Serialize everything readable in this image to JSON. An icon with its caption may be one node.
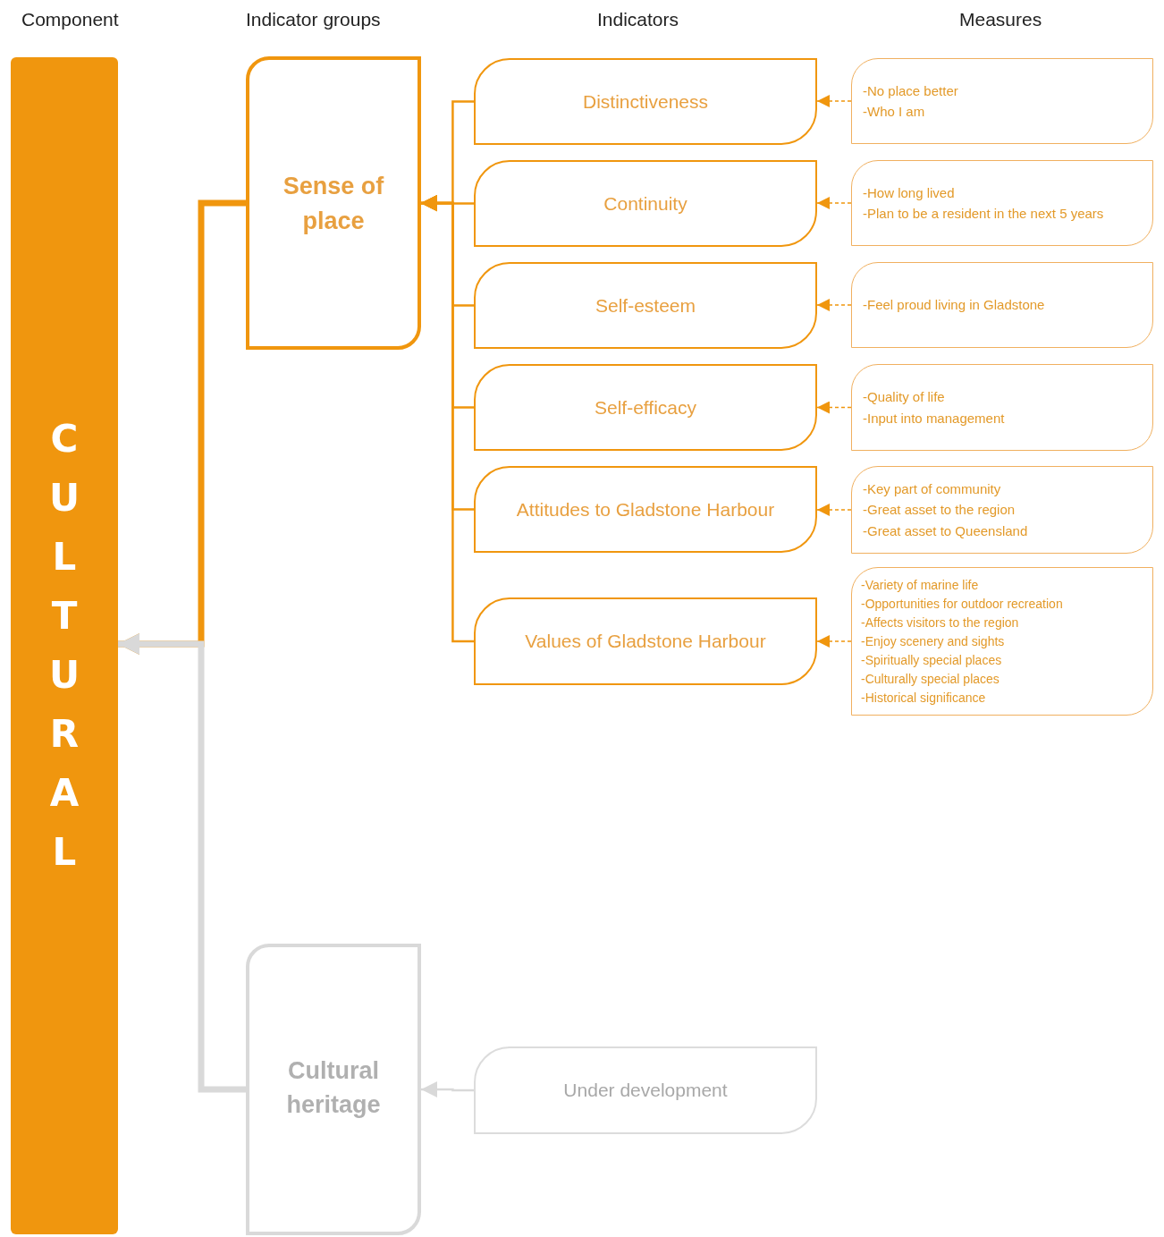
{
  "diagram": {
    "nodes": [
      {
        "text": [
          "CULTURAL"
        ]
      },
      {
        "text": [
          "Sense of place"
        ]
      },
      {
        "text": [
          "Cultural heritage"
        ]
      },
      {
        "text": [
          "Distinctiveness"
        ]
      },
      {
        "text": [
          "Continuity"
        ]
      },
      {
        "text": [
          "Self-esteem"
        ]
      },
      {
        "text": [
          "Self-efficacy"
        ]
      },
      {
        "text": [
          "Attitudes to Gladstone Harbour"
        ]
      },
      {
        "text": [
          "Values of Gladstone Harbour"
        ]
      },
      {
        "text": [
          "Under development"
        ]
      },
      {
        "text": [
          "-No place better",
          "-Who I am"
        ]
      },
      {
        "text": [
          "-How long lived",
          "-Plan to be a resident in the next 5 years"
        ]
      },
      {
        "text": [
          "-Feel proud living in Gladstone"
        ]
      },
      {
        "text": [
          "-Quality of life",
          "-Input into management"
        ]
      },
      {
        "text": [
          "-Key part of community",
          "-Great asset to the region",
          "-Great asset to Queensland"
        ]
      },
      {
        "text": [
          "-Variety of marine life",
          "-Opportunities for outdoor recreation",
          "-Affects visitors to the region",
          "-Enjoy scenery and sights",
          "-Spiritually special places",
          "-Culturally special places",
          "-Historical significance"
        ]
      }
    ],
    "edges": [
      {
        "from": 3,
        "to": 1,
        "arrow": "to"
      },
      {
        "from": 4,
        "to": 1,
        "arrow": "to"
      },
      {
        "from": 5,
        "to": 1,
        "arrow": "to"
      },
      {
        "from": 6,
        "to": 1,
        "arrow": "to"
      },
      {
        "from": 7,
        "to": 1,
        "arrow": "to"
      },
      {
        "from": 8,
        "to": 1,
        "arrow": "to"
      },
      {
        "from": 1,
        "to": 0,
        "arrow": "to",
        "style": "thick"
      },
      {
        "from": 2,
        "to": 0,
        "arrow": "to",
        "style": "thick",
        "color": "#d9d9d9"
      },
      {
        "from": 9,
        "to": 2,
        "arrow": "to",
        "color": "#d9d9d9"
      },
      {
        "from": 10,
        "to": 3,
        "arrow": "to",
        "style": "dashed"
      },
      {
        "from": 11,
        "to": 4,
        "arrow": "to",
        "style": "dashed"
      },
      {
        "from": 12,
        "to": 5,
        "arrow": "to",
        "style": "dashed"
      },
      {
        "from": 13,
        "to": 6,
        "arrow": "to",
        "style": "dashed"
      },
      {
        "from": 14,
        "to": 7,
        "arrow": "to",
        "style": "dashed"
      },
      {
        "from": 15,
        "to": 8,
        "arrow": "to",
        "style": "dashed"
      }
    ],
    "labels": [
      "Component",
      "Indicator groups",
      "Indicators",
      "Measures"
    ]
  }
}
